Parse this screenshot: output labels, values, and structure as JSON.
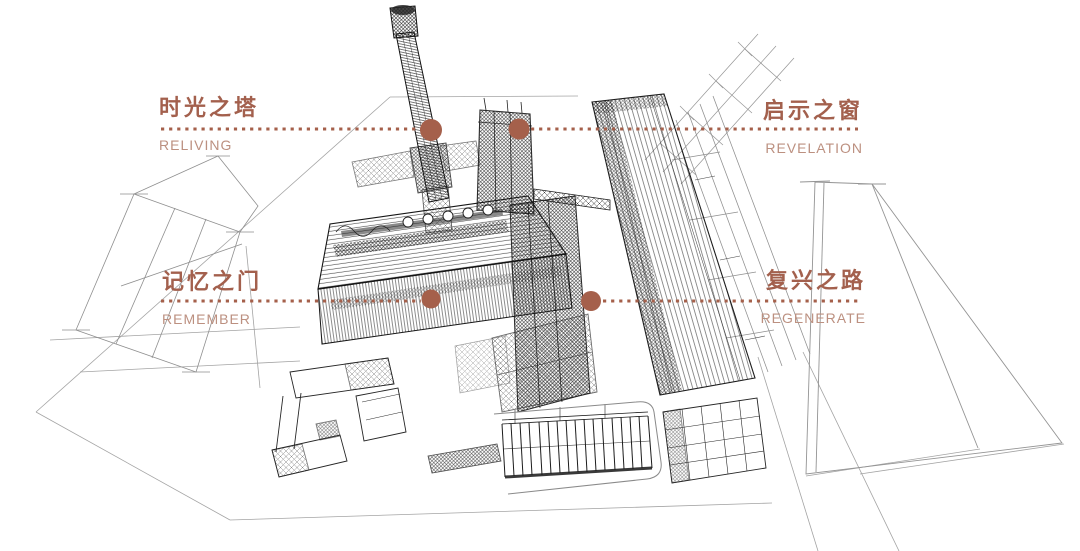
{
  "colors": {
    "accent_text": "#a3604d",
    "accent_text_muted": "#bc9080",
    "marker_dot": "#a5604b",
    "sketch_ink": "#1c1c1c",
    "context_wireframe": "#909090",
    "background": "#ffffff"
  },
  "annotations": [
    {
      "id": "tower-of-time",
      "title_cn": "时光之塔",
      "subtitle_en": "RELIVING",
      "side": "left"
    },
    {
      "id": "window-of-revelation",
      "title_cn": "启示之窗",
      "subtitle_en": "REVELATION",
      "side": "right"
    },
    {
      "id": "gate-of-memory",
      "title_cn": "记忆之门",
      "subtitle_en": "REMEMBER",
      "side": "left"
    },
    {
      "id": "road-of-regeneration",
      "title_cn": "复兴之路",
      "subtitle_en": "REGENERATE",
      "side": "right"
    }
  ]
}
